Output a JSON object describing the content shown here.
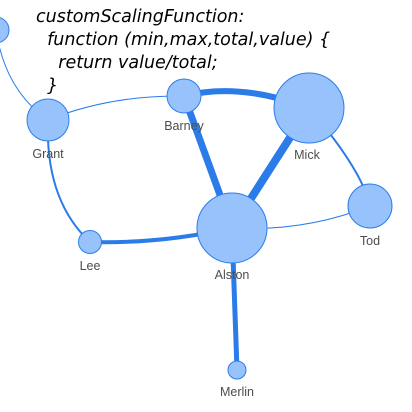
{
  "code": {
    "lines": [
      "customScalingFunction:",
      "  function (min,max,total,value) {",
      "    return value/total;",
      "  }"
    ]
  },
  "colors": {
    "edge": "#2b7ce9",
    "node_fill": "#97c2fc",
    "node_border": "#2b7ce9",
    "label": "#4d4d4d"
  },
  "network": {
    "nodes": [
      {
        "id": "top",
        "label": "",
        "value": 2
      },
      {
        "id": "grant",
        "label": "Grant",
        "value": 6
      },
      {
        "id": "barney",
        "label": "Barney",
        "value": 3
      },
      {
        "id": "mick",
        "label": "Mick",
        "value": 15
      },
      {
        "id": "tod",
        "label": "Tod",
        "value": 5
      },
      {
        "id": "alston",
        "label": "Alston",
        "value": 17
      },
      {
        "id": "lee",
        "label": "Lee",
        "value": 1
      },
      {
        "id": "merlin",
        "label": "Merlin",
        "value": 1
      }
    ],
    "edges": [
      {
        "from": "top",
        "to": "grant",
        "value": 1
      },
      {
        "from": "grant",
        "to": "barney",
        "value": 1
      },
      {
        "from": "grant",
        "to": "lee",
        "value": 2
      },
      {
        "from": "barney",
        "to": "mick",
        "value": 6
      },
      {
        "from": "barney",
        "to": "alston",
        "value": 7
      },
      {
        "from": "mick",
        "to": "alston",
        "value": 8
      },
      {
        "from": "mick",
        "to": "tod",
        "value": 2
      },
      {
        "from": "tod",
        "to": "alston",
        "value": 1
      },
      {
        "from": "lee",
        "to": "alston",
        "value": 4
      },
      {
        "from": "alston",
        "to": "merlin",
        "value": 5
      }
    ]
  }
}
